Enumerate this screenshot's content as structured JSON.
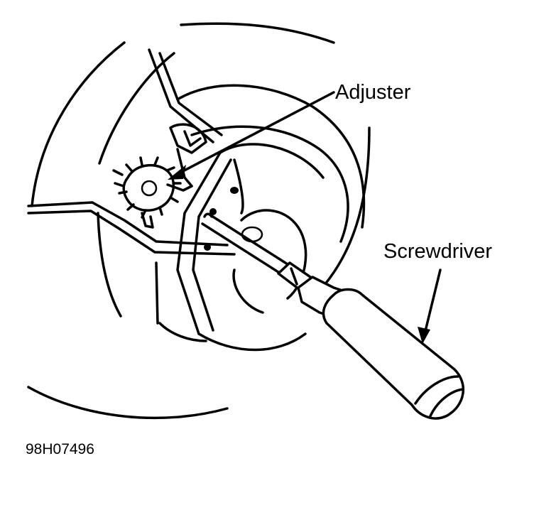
{
  "labels": {
    "adjuster": "Adjuster",
    "screwdriver": "Screwdriver",
    "figure_number": "98H07496"
  },
  "colors": {
    "line": "#000000",
    "background": "#ffffff"
  }
}
